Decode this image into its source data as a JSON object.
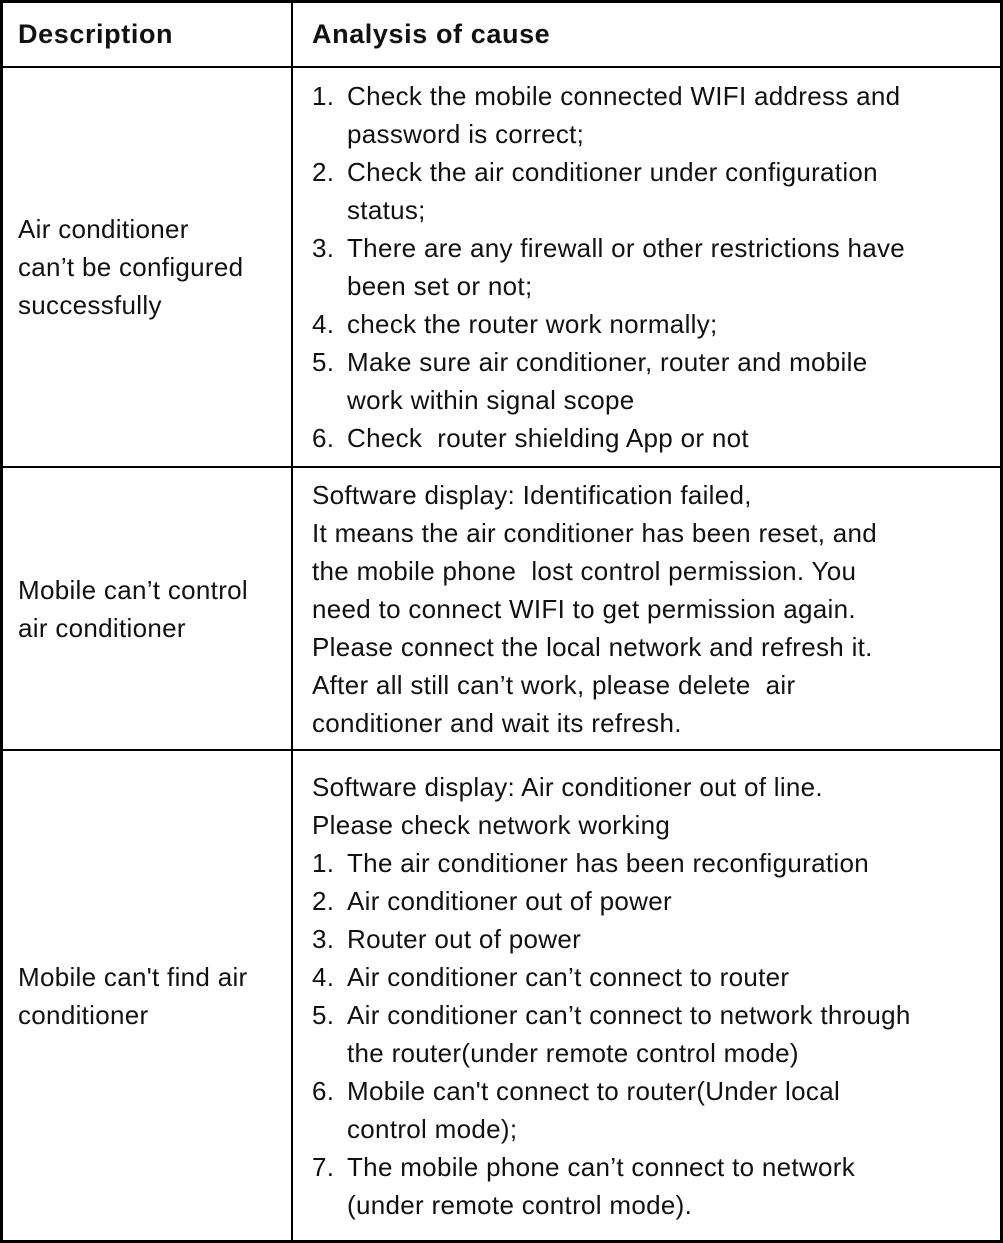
{
  "colors": {
    "border": "#000000",
    "text": "#111111",
    "background": "#ffffff"
  },
  "header": {
    "description": "Description",
    "analysis": "Analysis of cause"
  },
  "rows": [
    {
      "description": "Air conditioner\ncan’t be configured\nsuccessfully",
      "items": [
        {
          "num": "1.",
          "text": "Check the mobile connected WIFI address and\npassword is correct;"
        },
        {
          "num": "2.",
          "text": "Check the air conditioner under configuration\nstatus;"
        },
        {
          "num": "3.",
          "text": "There are any firewall or other restrictions have\nbeen set or not;"
        },
        {
          "num": "4.",
          "text": "check the router work normally;"
        },
        {
          "num": "5.",
          "text": "Make sure air conditioner, router and mobile\nwork within signal scope"
        },
        {
          "num": "6.",
          "text": "Check  router shielding App or not"
        }
      ]
    },
    {
      "description": "Mobile can’t control\nair conditioner",
      "paragraph": "Software display: Identification failed,\nIt means the air conditioner has been reset, and\nthe mobile phone  lost control permission. You\nneed to connect WIFI to get permission again.\nPlease connect the local network and refresh it.\nAfter all still can’t work, please delete  air\nconditioner and wait its refresh."
    },
    {
      "description": "Mobile can't find air\nconditioner",
      "preamble": "Software display: Air conditioner out of line.\nPlease check network working",
      "items": [
        {
          "num": "1.",
          "text": "The air conditioner has been reconfiguration"
        },
        {
          "num": "2.",
          "text": "Air conditioner out of power"
        },
        {
          "num": "3.",
          "text": "Router out of power"
        },
        {
          "num": "4.",
          "text": "Air conditioner can’t connect to router"
        },
        {
          "num": "5.",
          "text": "Air conditioner can’t connect to network through\nthe router(under remote control mode)"
        },
        {
          "num": "6.",
          "text": "Mobile can't connect to router(Under local\ncontrol mode);"
        },
        {
          "num": "7.",
          "text": "The mobile phone can’t connect to network\n(under remote control mode)."
        }
      ]
    }
  ]
}
